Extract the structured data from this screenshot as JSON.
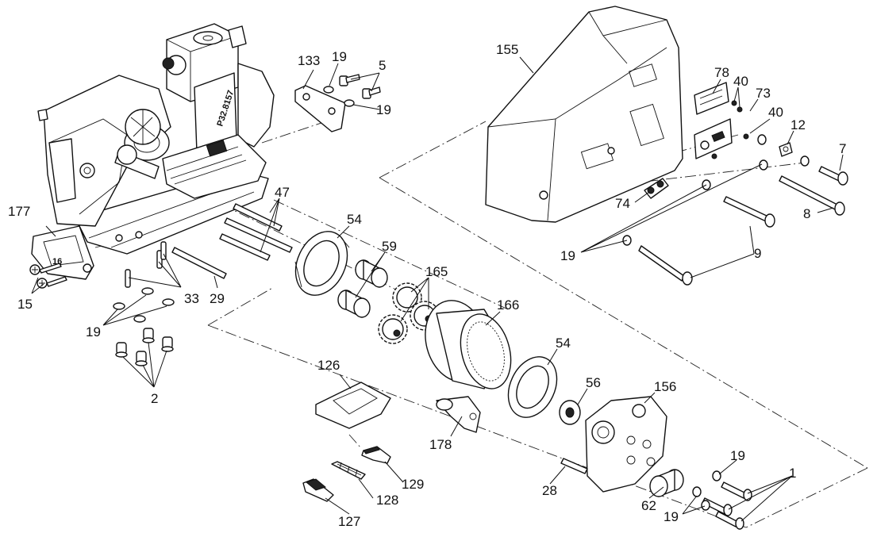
{
  "callouts": {
    "c155": "155",
    "c78": "78",
    "c40a": "40",
    "c73": "73",
    "c40b": "40",
    "c12": "12",
    "c7": "7",
    "c8": "8",
    "c9": "9",
    "c19_right": "19",
    "c74": "74",
    "c133": "133",
    "c19_top1": "19",
    "c5": "5",
    "c19_top2": "19",
    "c47": "47",
    "c54_top": "54",
    "c59": "59",
    "c165": "165",
    "c166": "166",
    "c54_mid": "54",
    "c56": "56",
    "c156": "156",
    "c177": "177",
    "c15": "15",
    "c33": "33",
    "c29": "29",
    "c19_left": "19",
    "c2": "2",
    "c126": "126",
    "c178": "178",
    "c129": "129",
    "c128": "128",
    "c127": "127",
    "c28": "28",
    "c62": "62",
    "c19_br1": "19",
    "c19_br2": "19",
    "c1": "1"
  },
  "part_markings": {
    "cover_label": "P32.8157",
    "handle_number": "16"
  }
}
